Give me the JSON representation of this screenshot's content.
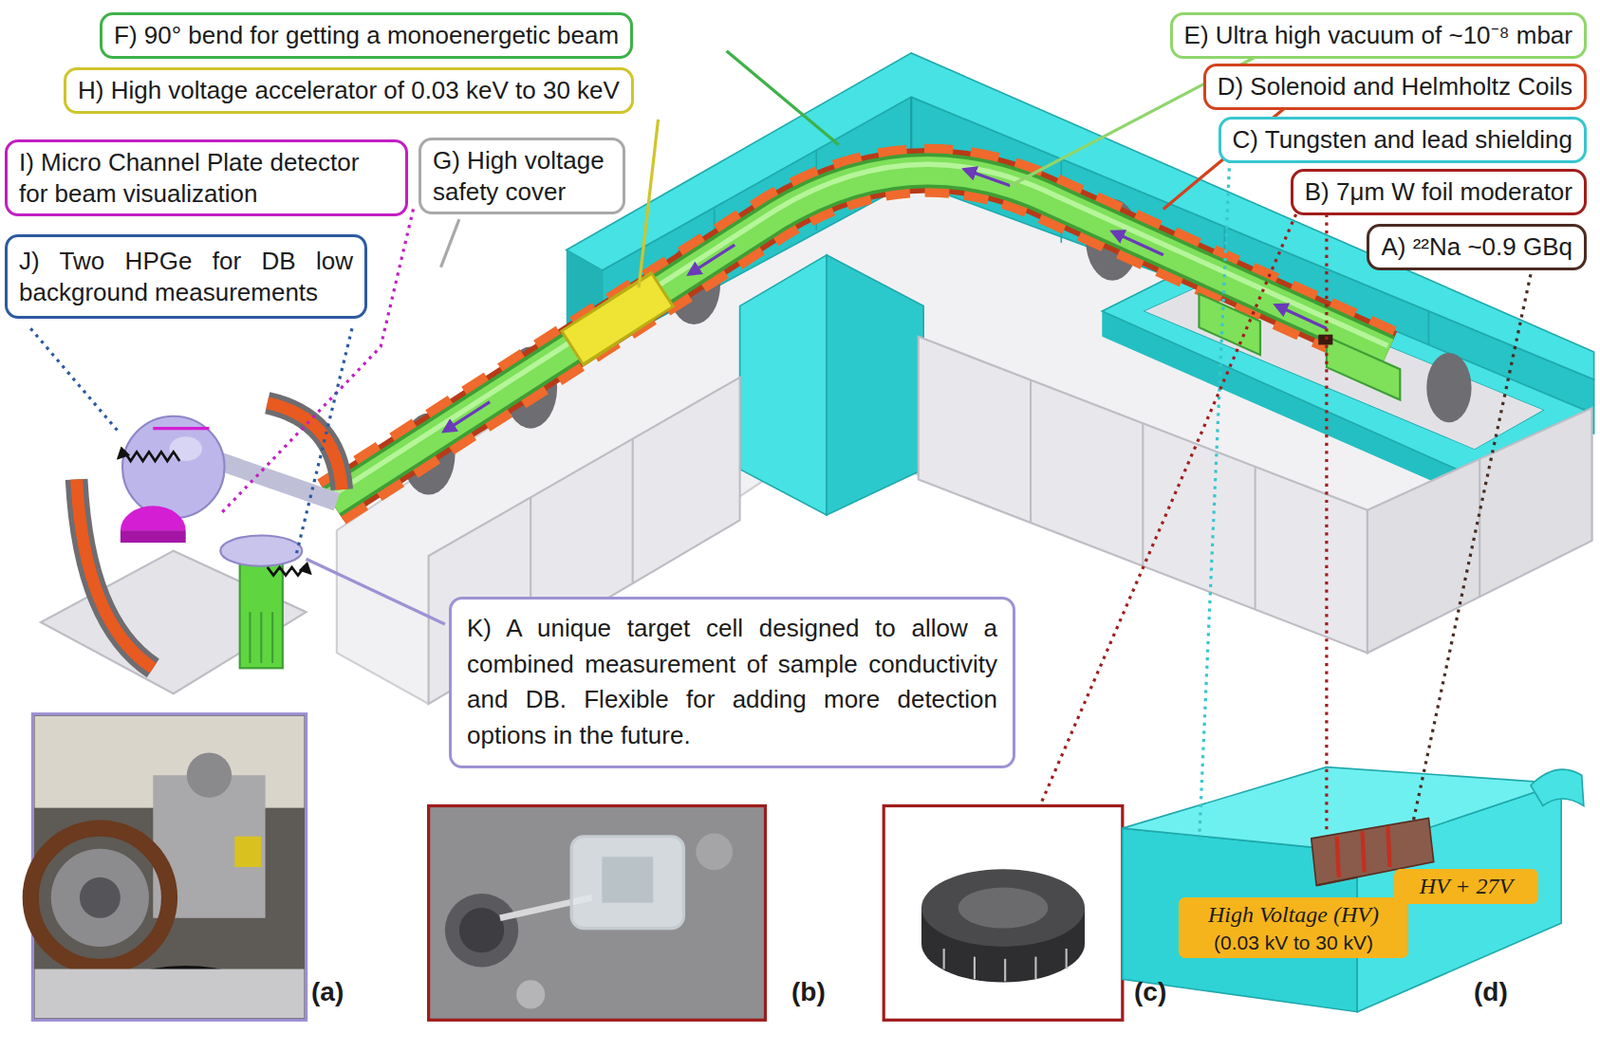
{
  "diagram": {
    "nodes": [
      {
        "text": [
          "F) 90° bend for getting a monoenergetic beam"
        ]
      },
      {
        "text": [
          "E) Ultra high vacuum of ~10⁻⁸ mbar"
        ]
      },
      {
        "text": [
          "H) High voltage accelerator of 0.03 keV to 30 keV"
        ]
      },
      {
        "text": [
          "D) Solenoid and Helmholtz Coils"
        ]
      },
      {
        "text": [
          "I) Micro Channel Plate detector for beam visualization"
        ]
      },
      {
        "text": [
          "G) High voltage safety cover"
        ]
      },
      {
        "text": [
          "C) Tungsten and lead shielding"
        ]
      },
      {
        "text": [
          "B) 7μm W foil moderator"
        ]
      },
      {
        "text": [
          "J) Two HPGe for DB low background measurements"
        ]
      },
      {
        "text": [
          "A) ²²Na ~0.9 GBq"
        ]
      },
      {
        "text": [
          "K) A unique target cell designed to allow a combined measurement of sample conductivity and DB. Flexible for adding more detection options in the future."
        ]
      },
      {
        "text": [
          "HV + 27V"
        ]
      },
      {
        "text": [
          "High Voltage (HV)",
          "(0.03 kV to 30 kV)"
        ]
      }
    ],
    "labels": [
      "(a)",
      "(b)",
      "(c)",
      "(d)"
    ]
  }
}
